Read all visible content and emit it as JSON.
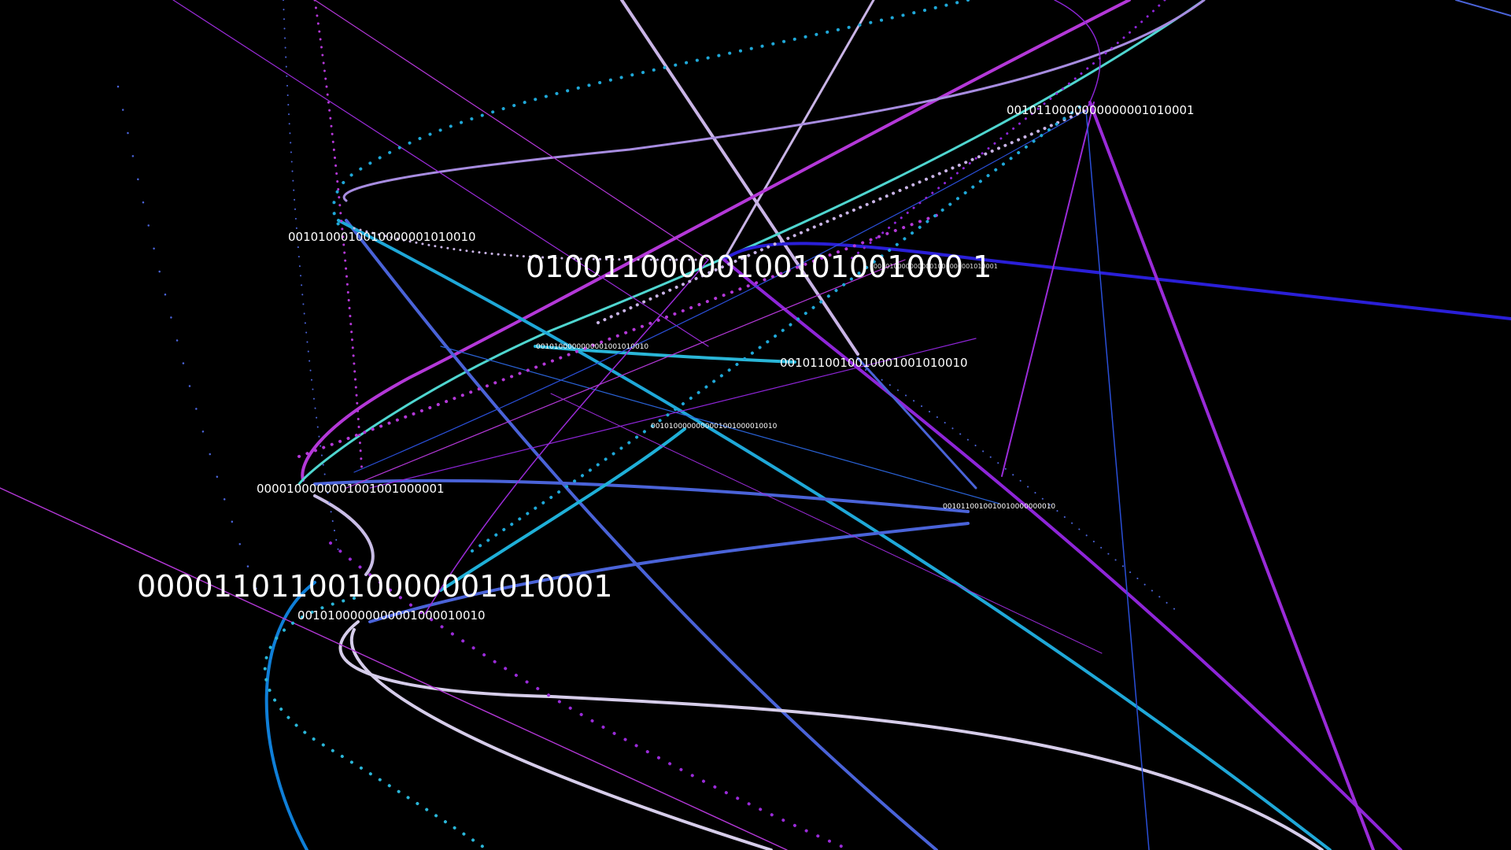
{
  "background_color": "#000000",
  "labels": [
    {
      "text": "01001100000100101001000 1"
    },
    {
      "text": "0000110110010000001010001"
    },
    {
      "text": "0010110000000000001010001"
    },
    {
      "text": "0010100010010000001010010"
    },
    {
      "text": "0010110010010001001010010"
    },
    {
      "text": "0000100000001001001000001"
    },
    {
      "text": "0010100000000001000010010"
    },
    {
      "text": "0010100000000001001010010"
    },
    {
      "text": "0010100000000001001000010010"
    },
    {
      "text": "0010110010010010000000010"
    },
    {
      "text": "0010100000000001001000001010001"
    }
  ],
  "palette": {
    "cyan": "#1fa8d8",
    "light_cyan": "#4fd6d0",
    "blue": "#2a1fd8",
    "periwinkle": "#4a63d8",
    "violet": "#9a2bd8",
    "magenta": "#b438d8",
    "lavender": "#c9b4e6",
    "pale_lavender": "#d6cdea",
    "deep_blue": "#0f7fd8"
  }
}
